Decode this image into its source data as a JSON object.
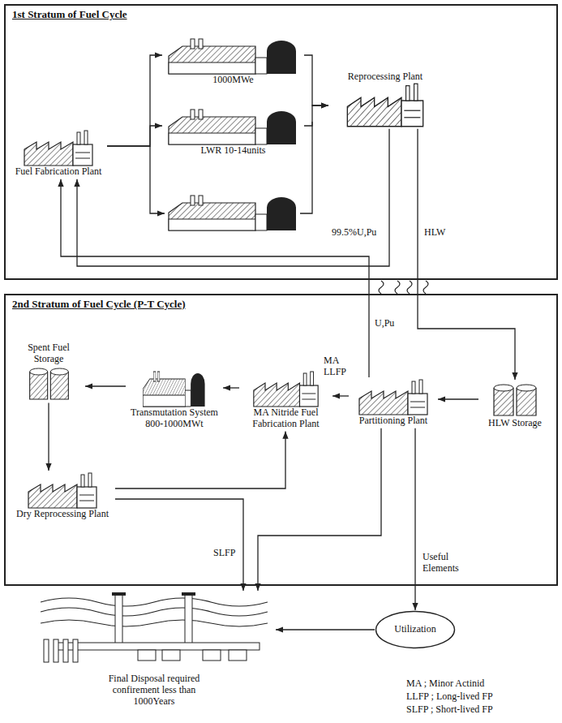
{
  "diagram": {
    "nodes": [
      {
        "text": [
          "1st Stratum of Fuel Cycle"
        ]
      },
      {
        "text": [
          "Fuel Fabrication Plant"
        ],
        "in": 0
      },
      {
        "text": [
          "1000MWe"
        ],
        "in": 0
      },
      {
        "text": [
          "LWR 10-14units"
        ],
        "in": 0
      },
      {
        "text": [
          "Reprocessing Plant"
        ],
        "in": 0
      },
      {
        "text": [
          "2nd Stratum of Fuel Cycle (P-T Cycle)"
        ]
      },
      {
        "text": [
          "HLW Storage"
        ],
        "in": 5
      },
      {
        "text": [
          "Partitioning Plant"
        ],
        "in": 5
      },
      {
        "text": [
          "MA Nitride Fuel Fabrication Plant"
        ],
        "in": 5
      },
      {
        "text": [
          "Transmutation System 800-1000MWt"
        ],
        "in": 5
      },
      {
        "text": [
          "Spent Fuel Storage"
        ],
        "in": 5
      },
      {
        "text": [
          "Dry Reprocessing Plant"
        ],
        "in": 5
      },
      {
        "text": [
          "Final Disposal required confirement less than 1000Years"
        ]
      },
      {
        "text": [
          "Utilization"
        ]
      }
    ],
    "edges": [
      {
        "from": 1,
        "to": 2,
        "arrow": "to"
      },
      {
        "from": 1,
        "to": 3,
        "arrow": "to"
      },
      {
        "from": 2,
        "to": 4,
        "arrow": "to"
      },
      {
        "from": 3,
        "to": 4,
        "arrow": "to"
      },
      {
        "from": 4,
        "to": 1,
        "label": "99.5%U,Pu",
        "arrow": "to"
      },
      {
        "from": 4,
        "to": 6,
        "label": "HLW",
        "arrow": "to"
      },
      {
        "from": 7,
        "to": 1,
        "label": "U,Pu",
        "arrow": "to"
      },
      {
        "from": 6,
        "to": 7,
        "arrow": "to"
      },
      {
        "from": 7,
        "to": 8,
        "label": "MA LLFP",
        "arrow": "to"
      },
      {
        "from": 8,
        "to": 9,
        "arrow": "to"
      },
      {
        "from": 9,
        "to": 10,
        "arrow": "to"
      },
      {
        "from": 10,
        "to": 11,
        "arrow": "to"
      },
      {
        "from": 11,
        "to": 8,
        "arrow": "to"
      },
      {
        "from": 11,
        "to": 12,
        "label": "SLFP",
        "arrow": "to"
      },
      {
        "from": 7,
        "to": 12,
        "arrow": "to"
      },
      {
        "from": 7,
        "to": 13,
        "label": "Useful Elements",
        "arrow": "to"
      },
      {
        "from": 13,
        "to": 12,
        "arrow": "to"
      }
    ],
    "labels": [
      "MA ; Minor Actinid",
      "LLFP ; Long-lived FP",
      "SLFP ; Short-lived FP"
    ]
  }
}
